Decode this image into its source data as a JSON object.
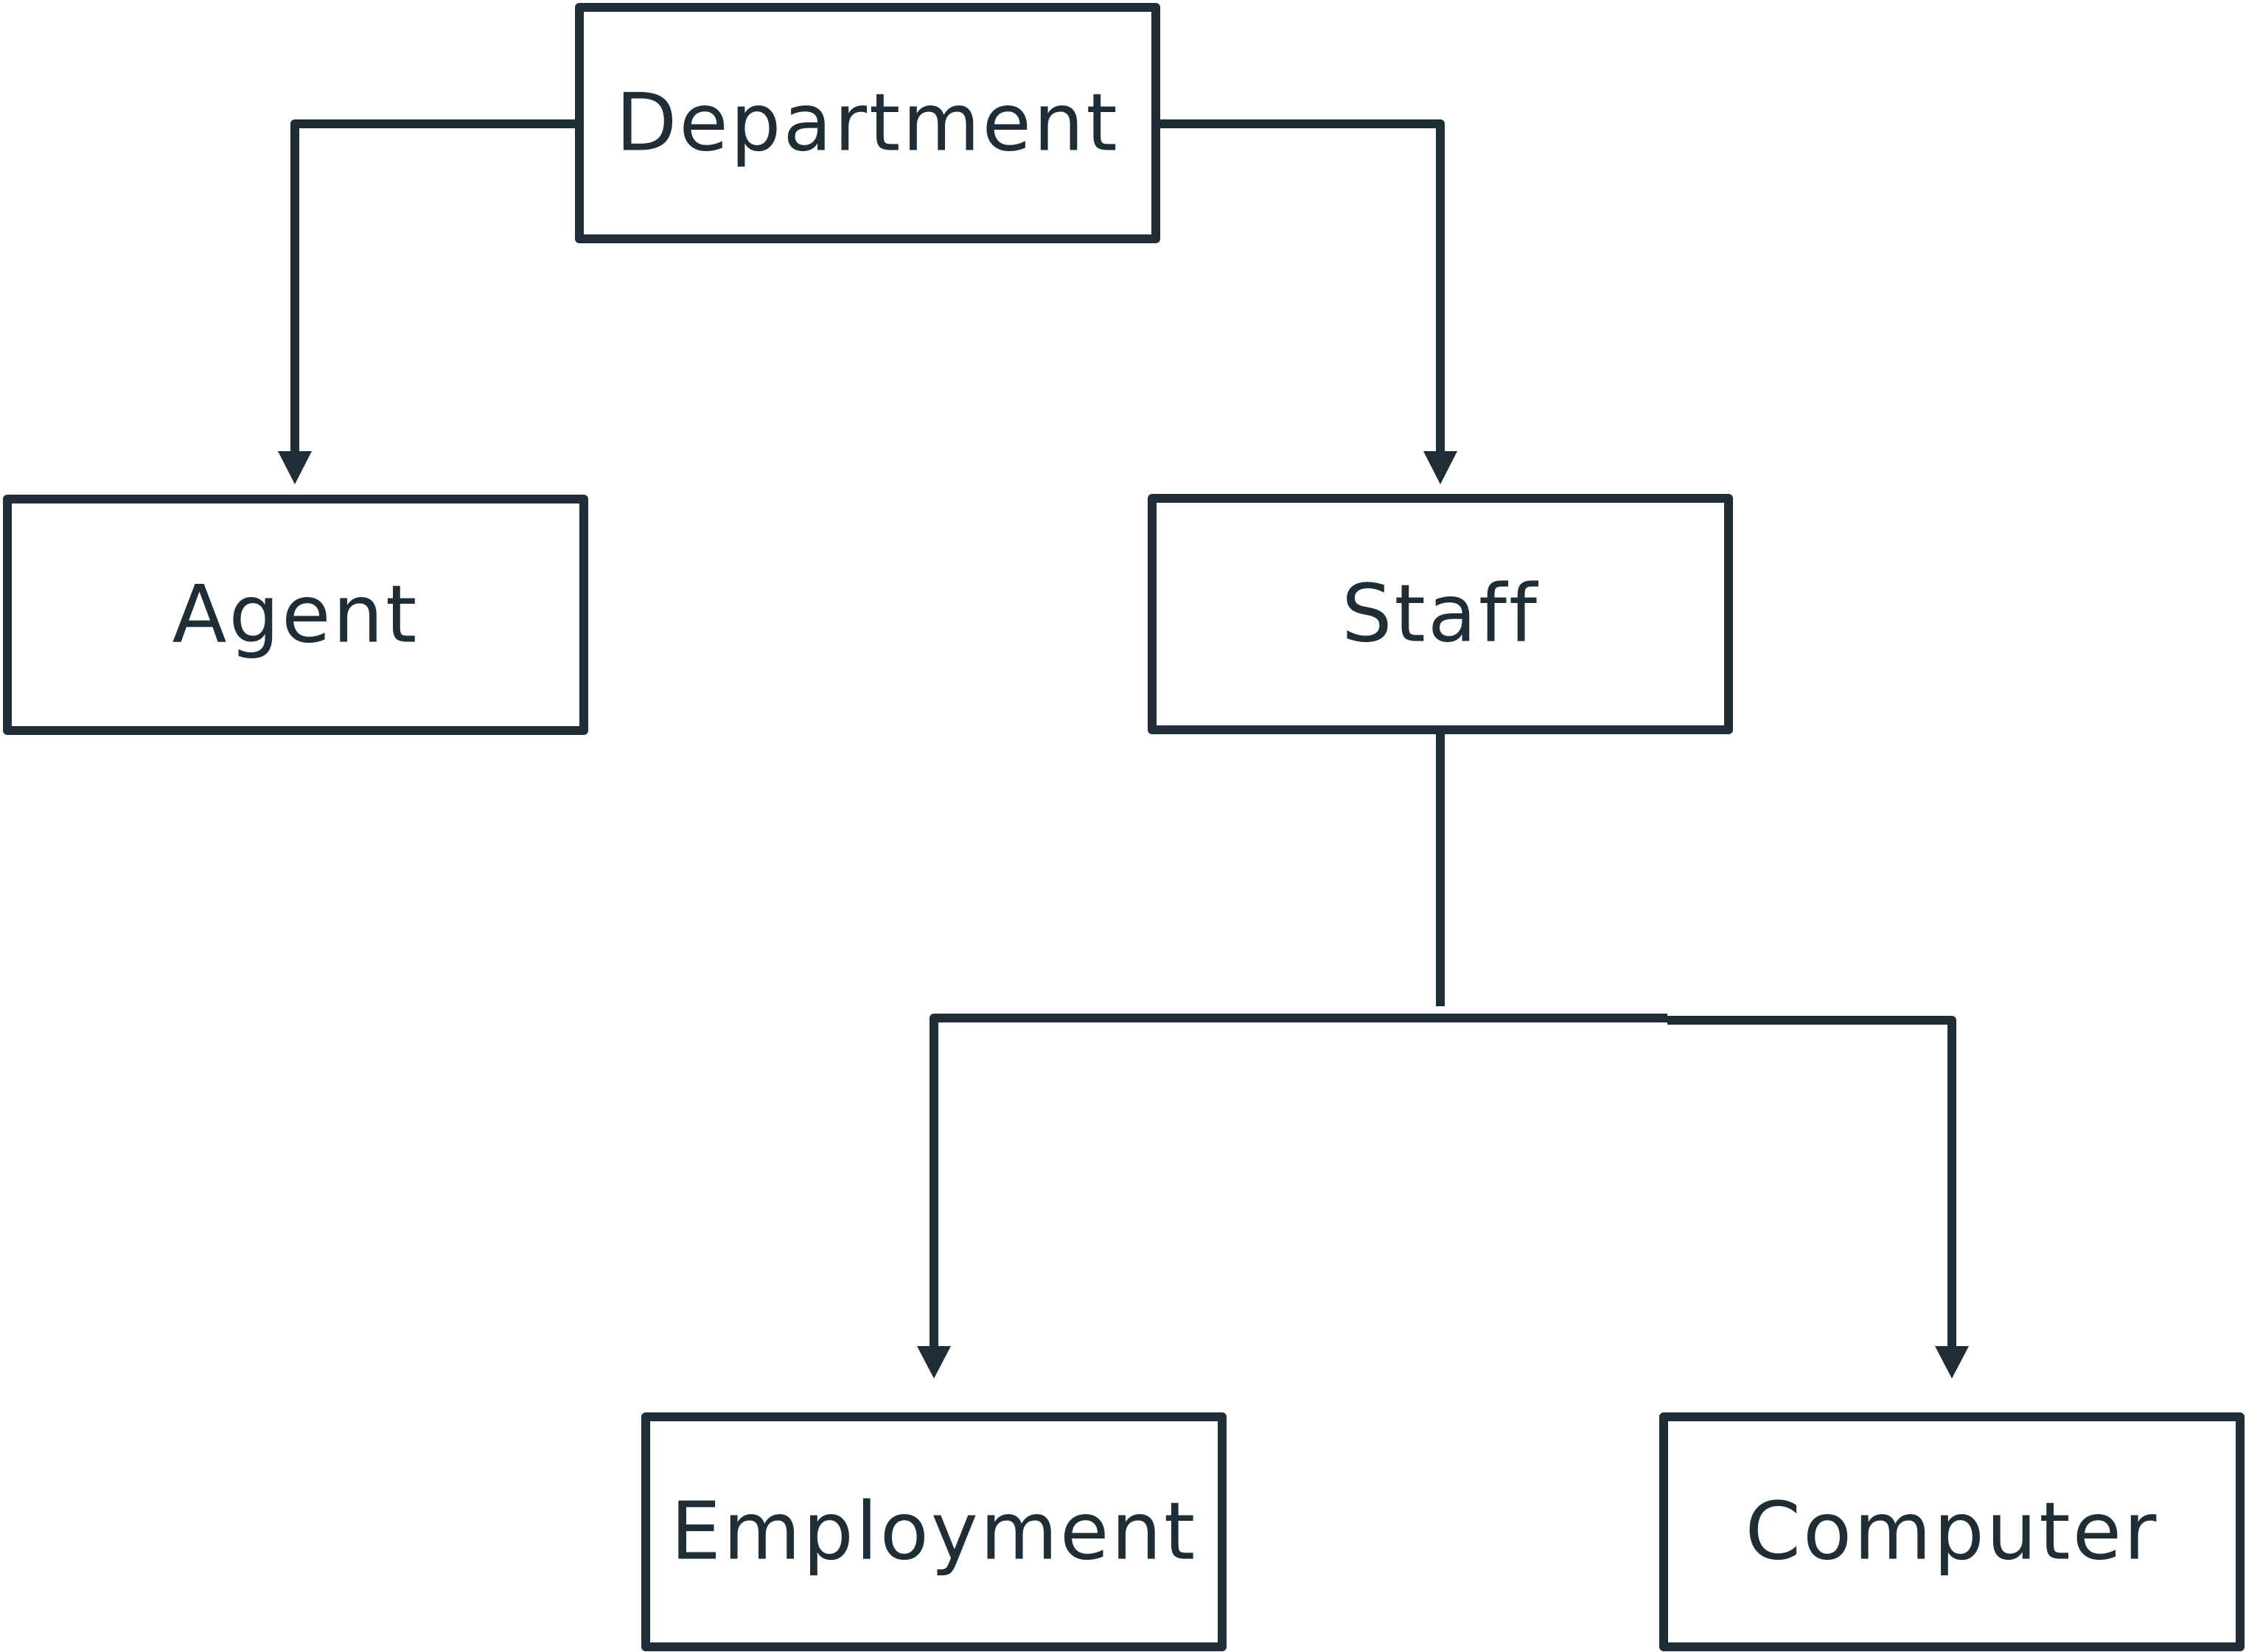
{
  "diagram": {
    "colors": {
      "stroke": "#1f2d36",
      "background": "#ffffff",
      "text": "#1f2d36"
    },
    "nodes": {
      "department": "Department",
      "agent": "Agent",
      "staff": "Staff",
      "employment": "Employment",
      "computer": "Computer"
    },
    "edges": [
      {
        "from": "Department",
        "to": "Agent"
      },
      {
        "from": "Department",
        "to": "Staff"
      },
      {
        "from": "Staff",
        "to": "Employment"
      },
      {
        "from": "Staff",
        "to": "Computer"
      }
    ]
  }
}
